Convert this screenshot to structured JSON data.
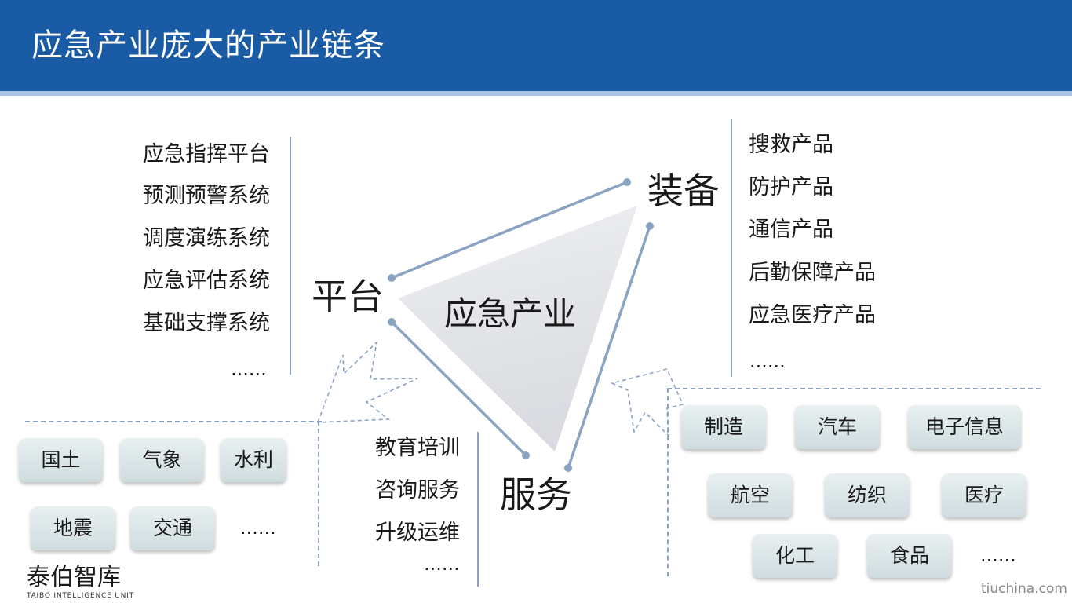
{
  "header": {
    "title": "应急产业庞大的产业链条"
  },
  "center": {
    "label": "应急产业"
  },
  "nodes": {
    "platform": "平台",
    "equipment": "装备",
    "service": "服务"
  },
  "platform_items": [
    "应急指挥平台",
    "预测预警系统",
    "调度演练系统",
    "应急评估系统",
    "基础支撑系统",
    "......"
  ],
  "equipment_items": [
    "搜救产品",
    "防护产品",
    "通信产品",
    "后勤保障产品",
    "应急医疗产品",
    "......"
  ],
  "service_items": [
    "教育培训",
    "咨询服务",
    "升级运维",
    "......"
  ],
  "left_boxes": [
    "国土",
    "气象",
    "水利",
    "地震",
    "交通"
  ],
  "left_more": "......",
  "right_boxes": [
    "制造",
    "汽车",
    "电子信息",
    "航空",
    "纺织",
    "医疗",
    "化工",
    "食品"
  ],
  "right_more": "......",
  "brand": {
    "name": "泰伯智库",
    "sub": "TAIBO INTELLIGENCE UNIT"
  },
  "watermark": "tiuchina.com",
  "colors": {
    "header": "#1a5ba5",
    "line": "#8aa3c2",
    "box_top": "#e8f0f1",
    "box_bottom": "#cfdcdf"
  }
}
